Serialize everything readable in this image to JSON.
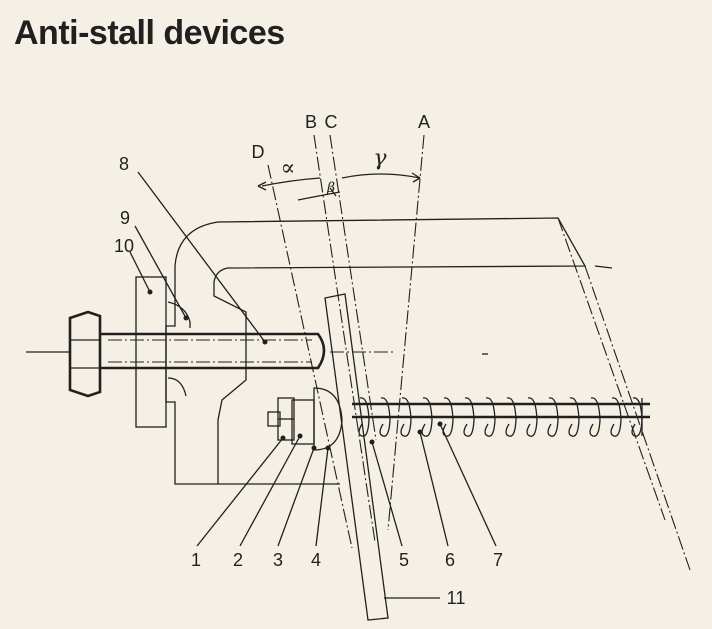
{
  "title": "Anti-stall devices",
  "diagram": {
    "axis_labels": {
      "A": "A",
      "B": "B",
      "C": "C",
      "D": "D"
    },
    "angle_labels": {
      "alpha": "∝",
      "beta": "β",
      "gamma": "γ"
    },
    "callouts": {
      "c1": "1",
      "c2": "2",
      "c3": "3",
      "c4": "4",
      "c5": "5",
      "c6": "6",
      "c7": "7",
      "c8": "8",
      "c9": "9",
      "c10": "10",
      "c11": "11"
    }
  }
}
